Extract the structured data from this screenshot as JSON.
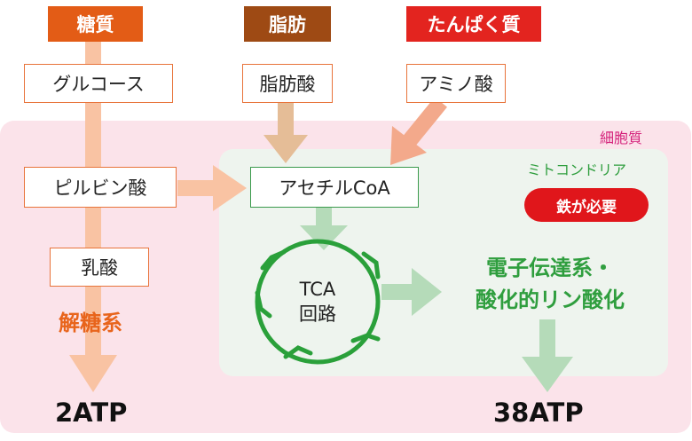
{
  "headers": {
    "carb": "糖質",
    "fat": "脂肪",
    "protein": "たんぱく質"
  },
  "boxes": {
    "glucose": "グルコース",
    "fatty_acid": "脂肪酸",
    "amino_acid": "アミノ酸",
    "pyruvate": "ピルビン酸",
    "acetyl_coa": "アセチルCoA",
    "lactate": "乳酸"
  },
  "labels": {
    "cytoplasm": "細胞質",
    "mitochondria": "ミトコンドリア",
    "iron_needed": "鉄が必要",
    "tca_line1": "TCA",
    "tca_line2": "回路",
    "etc_line1": "電子伝達系・",
    "etc_line2": "酸化的リン酸化",
    "glycolysis": "解糖系",
    "atp_left": "2ATP",
    "atp_right": "38ATP"
  },
  "colors": {
    "carb_header": "#e35c16",
    "fat_header": "#9e4a14",
    "protein_header": "#e3241f",
    "orange_text": "#e8641b",
    "green_text": "#2f9e3e",
    "magenta_text": "#d4207a",
    "iron_pill": "#e0161b"
  }
}
